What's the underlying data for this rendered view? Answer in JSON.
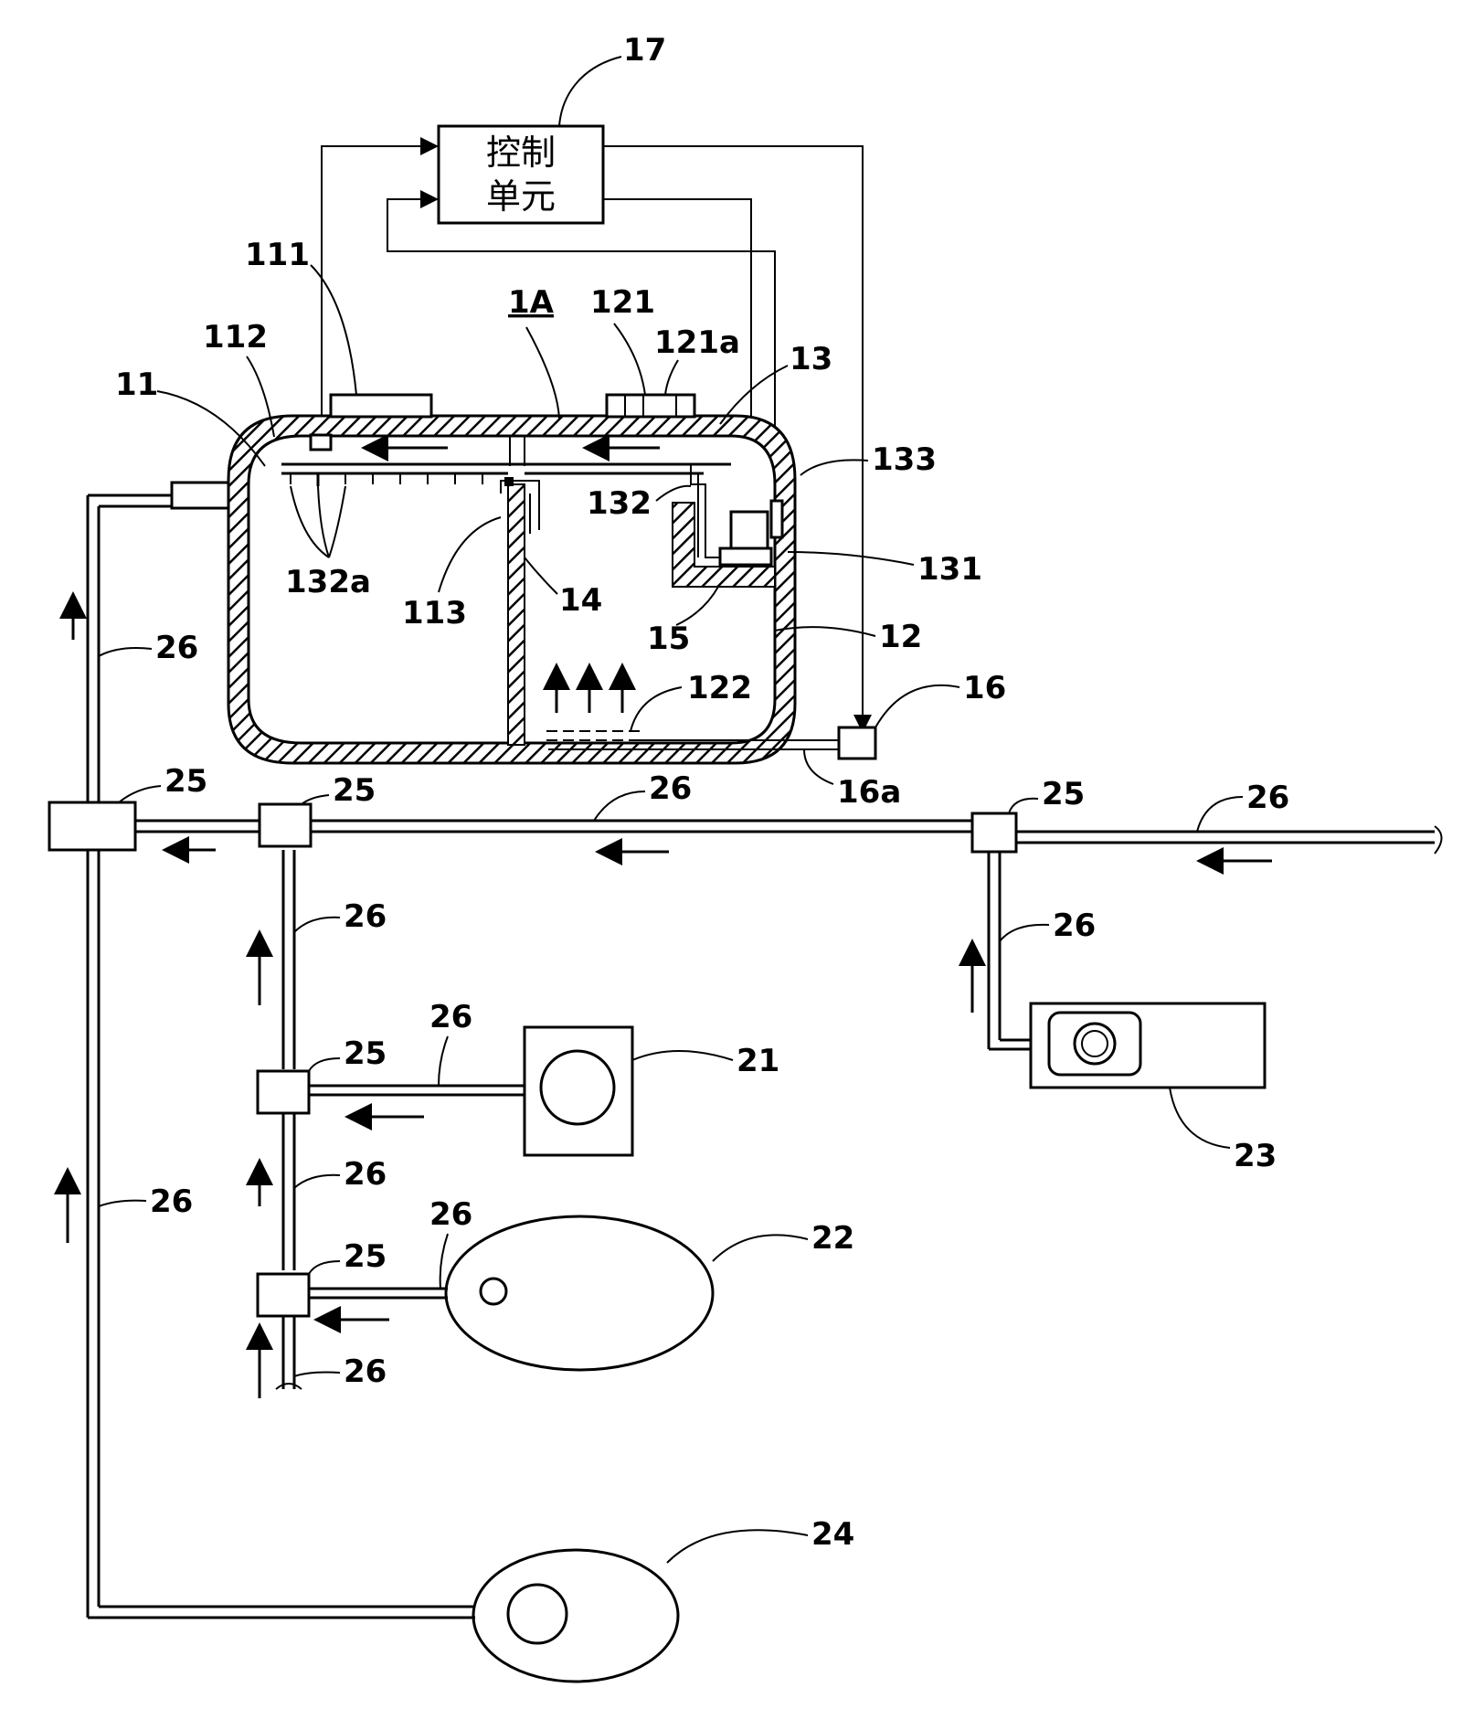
{
  "control_unit": {
    "line1": "控制",
    "line2": "单元"
  },
  "labels": {
    "l17": "17",
    "l111": "111",
    "l112": "112",
    "l11": "11",
    "l1A": "1A",
    "l121": "121",
    "l121a": "121a",
    "l13": "13",
    "l133": "133",
    "l132": "132",
    "l131": "131",
    "l132a": "132a",
    "l113": "113",
    "l14": "14",
    "l15": "15",
    "l12": "12",
    "l122": "122",
    "l16": "16",
    "l16a": "16a",
    "l25a": "25",
    "l25b": "25",
    "l25c": "25",
    "l25d": "25",
    "l25e": "25",
    "l26a": "26",
    "l26b": "26",
    "l26c": "26",
    "l26d": "26",
    "l26e": "26",
    "l26f": "26",
    "l26g": "26",
    "l26h": "26",
    "l26i": "26",
    "l26j": "26",
    "l21": "21",
    "l22": "22",
    "l23": "23",
    "l24": "24"
  }
}
